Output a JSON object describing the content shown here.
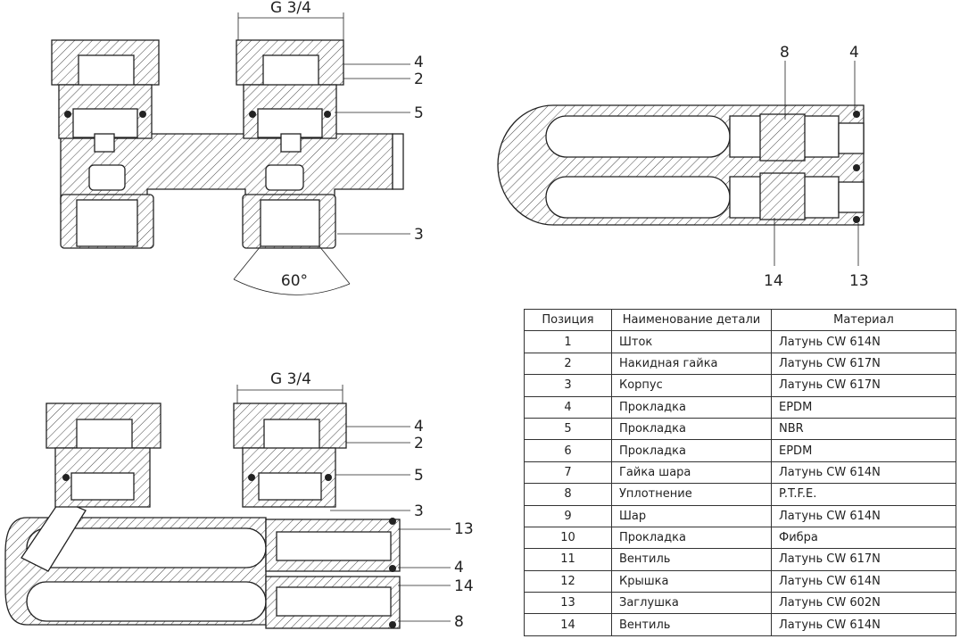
{
  "labels": {
    "thread_top": "G 3/4",
    "thread_bottom": "G 3/4",
    "angle": "60°",
    "top_left": [
      "4",
      "2",
      "5",
      "3"
    ],
    "top_right": [
      "8",
      "4",
      "14",
      "13"
    ],
    "bottom_left": [
      "4",
      "2",
      "5",
      "3",
      "13",
      "4",
      "14",
      "8"
    ]
  },
  "table": {
    "headers": [
      "Позиция",
      "Наименование детали",
      "Материал"
    ],
    "rows": [
      [
        "1",
        "Шток",
        "Латунь CW 614N"
      ],
      [
        "2",
        "Накидная гайка",
        "Латунь CW 617N"
      ],
      [
        "3",
        "Корпус",
        "Латунь CW 617N"
      ],
      [
        "4",
        "Прокладка",
        "EPDM"
      ],
      [
        "5",
        "Прокладка",
        "NBR"
      ],
      [
        "6",
        "Прокладка",
        "EPDM"
      ],
      [
        "7",
        "Гайка шара",
        "Латунь CW 614N"
      ],
      [
        "8",
        "Уплотнение",
        "P.T.F.E."
      ],
      [
        "9",
        "Шар",
        "Латунь CW 614N"
      ],
      [
        "10",
        "Прокладка",
        "Фибра"
      ],
      [
        "11",
        "Вентиль",
        "Латунь CW 617N"
      ],
      [
        "12",
        "Крышка",
        "Латунь CW 614N"
      ],
      [
        "13",
        "Заглушка",
        "Латунь CW 602N"
      ],
      [
        "14",
        "Вентиль",
        "Латунь CW 614N"
      ]
    ]
  }
}
